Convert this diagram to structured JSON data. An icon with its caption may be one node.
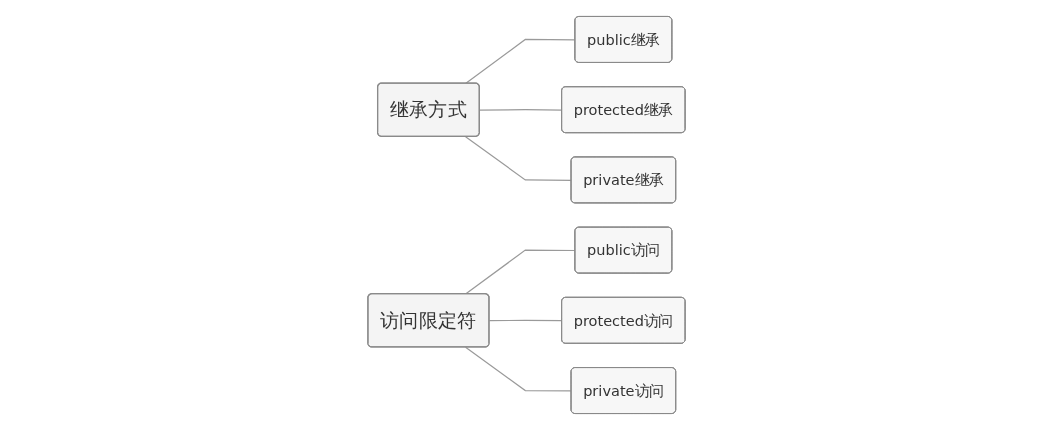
{
  "diagram": {
    "nodes": [
      {
        "text": [
          "继承方式"
        ]
      },
      {
        "text": [
          "public继承"
        ]
      },
      {
        "text": [
          "protected继承"
        ]
      },
      {
        "text": [
          "private继承"
        ]
      },
      {
        "text": [
          "访问限定符"
        ]
      },
      {
        "text": [
          "public访问"
        ]
      },
      {
        "text": [
          "protected访问"
        ]
      },
      {
        "text": [
          "private访问"
        ]
      }
    ],
    "edges": [
      {
        "from": 0,
        "to": 1,
        "arrow": "none"
      },
      {
        "from": 0,
        "to": 2,
        "arrow": "none"
      },
      {
        "from": 0,
        "to": 3,
        "arrow": "none"
      },
      {
        "from": 4,
        "to": 5,
        "arrow": "none"
      },
      {
        "from": 4,
        "to": 6,
        "arrow": "none"
      },
      {
        "from": 4,
        "to": 7,
        "arrow": "none"
      }
    ]
  }
}
